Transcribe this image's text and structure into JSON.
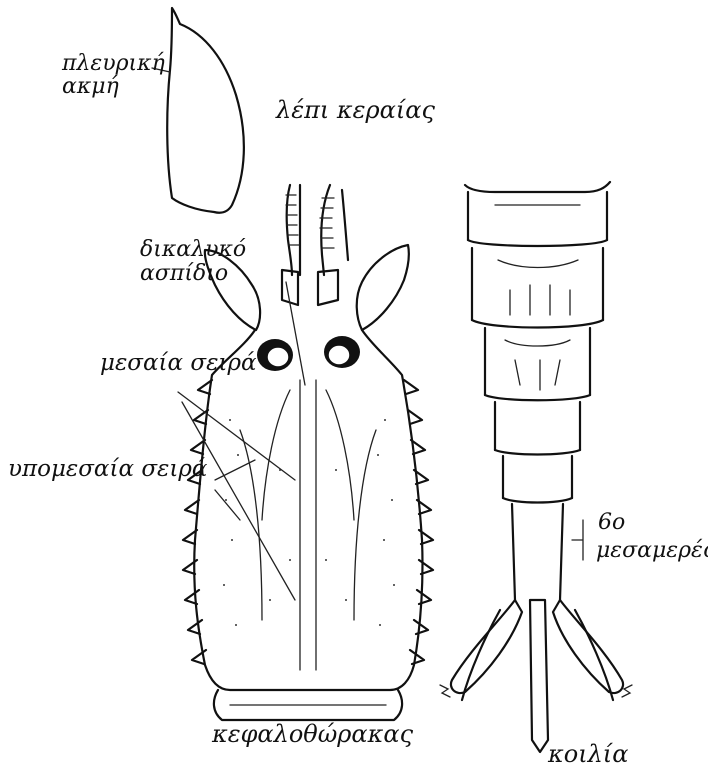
{
  "figure": {
    "labels": {
      "pleuriki_akmi": "πλευρική\nακμή",
      "lepi_keraias": "λέπι κεραίας",
      "dikalyko_aspidio": "δικαλυκό\nασπίδιο",
      "mesaia_seira": "μεσαία σειρά",
      "ypomesaia_seira": "υπομεσαία σειρά",
      "kefalothorakas": "κεφαλοθώρακας",
      "koilia": "κοιλία",
      "segment_number": "6ο",
      "segment_word": "μεσαμερές"
    },
    "ink_color": "#111111",
    "background": "#ffffff"
  }
}
